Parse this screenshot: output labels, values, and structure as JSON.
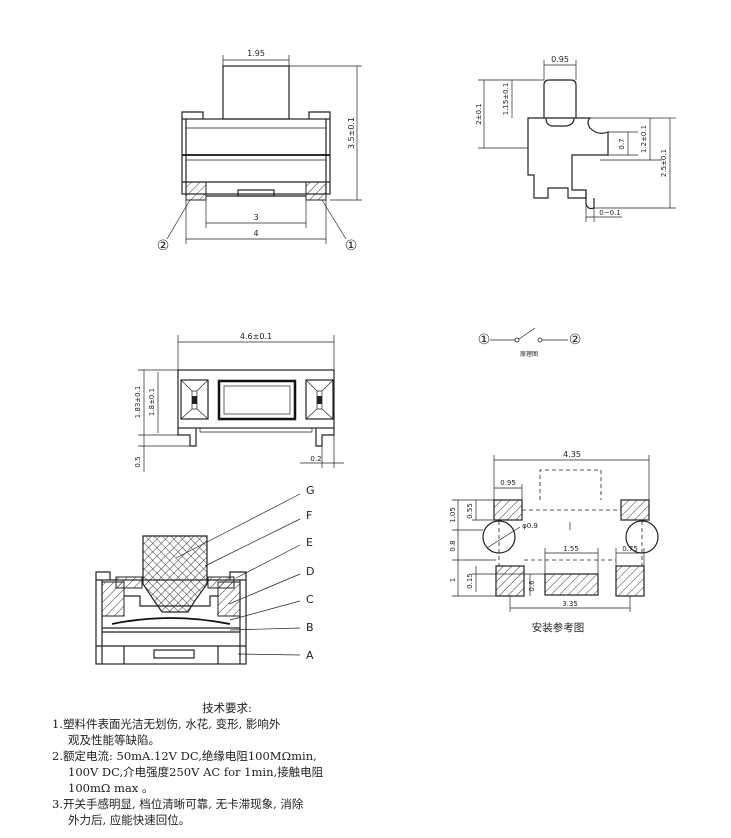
{
  "top_left_view": {
    "dim_top": "1.95",
    "dim_mid": "3",
    "dim_bottom": "4",
    "dim_height": "3.5±0.1",
    "terminal_left": "②",
    "terminal_right": "①"
  },
  "top_right_view": {
    "dim_top": "0.95",
    "dim_left": "2±0.1",
    "dim_inner": "1.15±0.1",
    "dim_07": "0.7",
    "dim_12": "1.2±0.1",
    "dim_25": "2.5±0.1",
    "dim_bottom": "0~0.1"
  },
  "front_view": {
    "dim_width": "4.6±0.1",
    "dim_183": "1.83±0.1",
    "dim_18": "1.8±0.1",
    "dim_05": "0.5",
    "dim_02": "0.2"
  },
  "schematic": {
    "terminal_1": "①",
    "terminal_2": "②",
    "caption": "原理图"
  },
  "section_view": {
    "labels": [
      "G",
      "F",
      "E",
      "D",
      "C",
      "B",
      "A"
    ]
  },
  "footprint": {
    "dim_width": "4.35",
    "dim_pad": "0.95",
    "dim_105": "1.05",
    "dim_055": "0.55",
    "dim_hole": "φ0.9",
    "dim_08": "0.8",
    "dim_155": "1.55",
    "dim_075": "0.75",
    "dim_1": "1",
    "dim_015": "0.15",
    "dim_06": "0.6",
    "dim_335": "3.35",
    "caption": "安装参考图"
  },
  "requirements": {
    "title": "技术要求:",
    "items": [
      "1.塑料件表面光洁无划伤, 水花, 变形, 影响外",
      "观及性能等缺陷。",
      "2.额定电流: 50mA.12V DC,绝缘电阻100MΩmin,",
      "100V DC,介电强度250V AC for 1min,接触电阻",
      "100mΩ max 。",
      "3.开关手感明显, 档位清晰可靠, 无卡滞现象, 消除",
      "外力后, 应能快速回位。"
    ]
  }
}
